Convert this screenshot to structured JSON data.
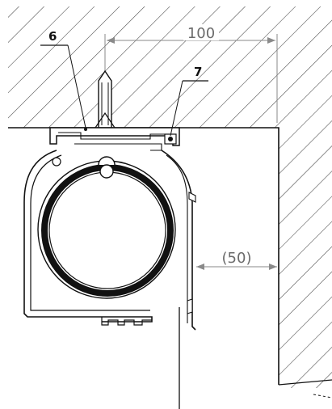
{
  "dimensions": {
    "top_width": "100",
    "side_gap": "(50)"
  },
  "callouts": {
    "left_part": "6",
    "right_part": "7"
  },
  "colors": {
    "line": "#111111",
    "hatch": "#444444",
    "dimension": "#8a8a8a",
    "tube": "#111111"
  }
}
